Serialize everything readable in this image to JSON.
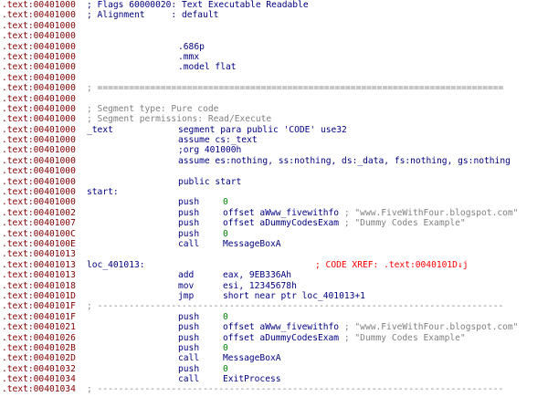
{
  "lines": [
    {
      "addr": ".text:00401000",
      "kind": "hdr",
      "text": "; Flags 60000020: Text Executable Readable"
    },
    {
      "addr": ".text:00401000",
      "kind": "hdr",
      "text": "; Alignment     : default"
    },
    {
      "addr": ".text:00401000"
    },
    {
      "addr": ".text:00401000"
    },
    {
      "addr": ".text:00401000",
      "kind": "dir",
      "text": ".686p"
    },
    {
      "addr": ".text:00401000",
      "kind": "dir",
      "text": ".mmx"
    },
    {
      "addr": ".text:00401000",
      "kind": "dir",
      "text": ".model flat"
    },
    {
      "addr": ".text:00401000"
    },
    {
      "addr": ".text:00401000",
      "kind": "sep",
      "text": "; ============================================================================="
    },
    {
      "addr": ".text:00401000"
    },
    {
      "addr": ".text:00401000",
      "kind": "cmt",
      "text": "; Segment type: Pure code"
    },
    {
      "addr": ".text:00401000",
      "kind": "cmt",
      "text": "; Segment permissions: Read/Execute"
    },
    {
      "addr": ".text:00401000",
      "kind": "code",
      "label": "_text",
      "mn": "segment para public 'CODE' use32"
    },
    {
      "addr": ".text:00401000",
      "kind": "code",
      "mn": "assume cs:_text"
    },
    {
      "addr": ".text:00401000",
      "kind": "code",
      "mn": ";org 401000h"
    },
    {
      "addr": ".text:00401000",
      "kind": "code",
      "mn": "assume es:nothing, ss:nothing, ds:_data, fs:nothing, gs:nothing"
    },
    {
      "addr": ".text:00401000"
    },
    {
      "addr": ".text:00401000",
      "kind": "code",
      "mn": "public start"
    },
    {
      "addr": ".text:00401000",
      "kind": "code",
      "label": "start:"
    },
    {
      "addr": ".text:00401000",
      "kind": "code",
      "mn": "push",
      "op": "0"
    },
    {
      "addr": ".text:00401002",
      "kind": "code",
      "mn": "push",
      "op": "offset aWww_fivewithfo",
      "cm": " ; \"www.FiveWithFour.blogspot.com\""
    },
    {
      "addr": ".text:00401007",
      "kind": "code",
      "mn": "push",
      "op": "offset aDummyCodesExam",
      "cm": " ; \"Dummy Codes Example\""
    },
    {
      "addr": ".text:0040100C",
      "kind": "code",
      "mn": "push",
      "op": "0"
    },
    {
      "addr": ".text:0040100E",
      "kind": "code",
      "mn": "call",
      "op": "MessageBoxA"
    },
    {
      "addr": ".text:00401013"
    },
    {
      "addr": ".text:00401013",
      "kind": "code",
      "label": "loc_401013:",
      "xref": "; CODE XREF: .text:0040101D↓j"
    },
    {
      "addr": ".text:00401013",
      "kind": "code",
      "mn": "add",
      "op": "eax, 9EB336Ah"
    },
    {
      "addr": ".text:00401018",
      "kind": "code",
      "mn": "mov",
      "op": "esi, 12345678h"
    },
    {
      "addr": ".text:0040101D",
      "kind": "code",
      "mn": "jmp",
      "op": "short near ptr loc_401013+1"
    },
    {
      "addr": ".text:0040101F",
      "kind": "sep",
      "text": "; -----------------------------------------------------------------------------"
    },
    {
      "addr": ".text:0040101F",
      "kind": "code",
      "mn": "push",
      "op": "0"
    },
    {
      "addr": ".text:00401021",
      "kind": "code",
      "mn": "push",
      "op": "offset aWww_fivewithfo",
      "cm": " ; \"www.FiveWithFour.blogspot.com\""
    },
    {
      "addr": ".text:00401026",
      "kind": "code",
      "mn": "push",
      "op": "offset aDummyCodesExam",
      "cm": " ; \"Dummy Codes Example\""
    },
    {
      "addr": ".text:0040102B",
      "kind": "code",
      "mn": "push",
      "op": "0"
    },
    {
      "addr": ".text:0040102D",
      "kind": "code",
      "mn": "call",
      "op": "MessageBoxA"
    },
    {
      "addr": ".text:00401032",
      "kind": "code",
      "mn": "push",
      "op": "0"
    },
    {
      "addr": ".text:00401034",
      "kind": "code",
      "mn": "call",
      "op": "ExitProcess"
    },
    {
      "addr": ".text:00401034",
      "kind": "sep",
      "text": "; -----------------------------------------------------------------------------"
    }
  ],
  "colors": {
    "address": "#800000",
    "code": "#000080",
    "comment": "#808080",
    "xref": "#ff0000",
    "number": "#008000"
  }
}
